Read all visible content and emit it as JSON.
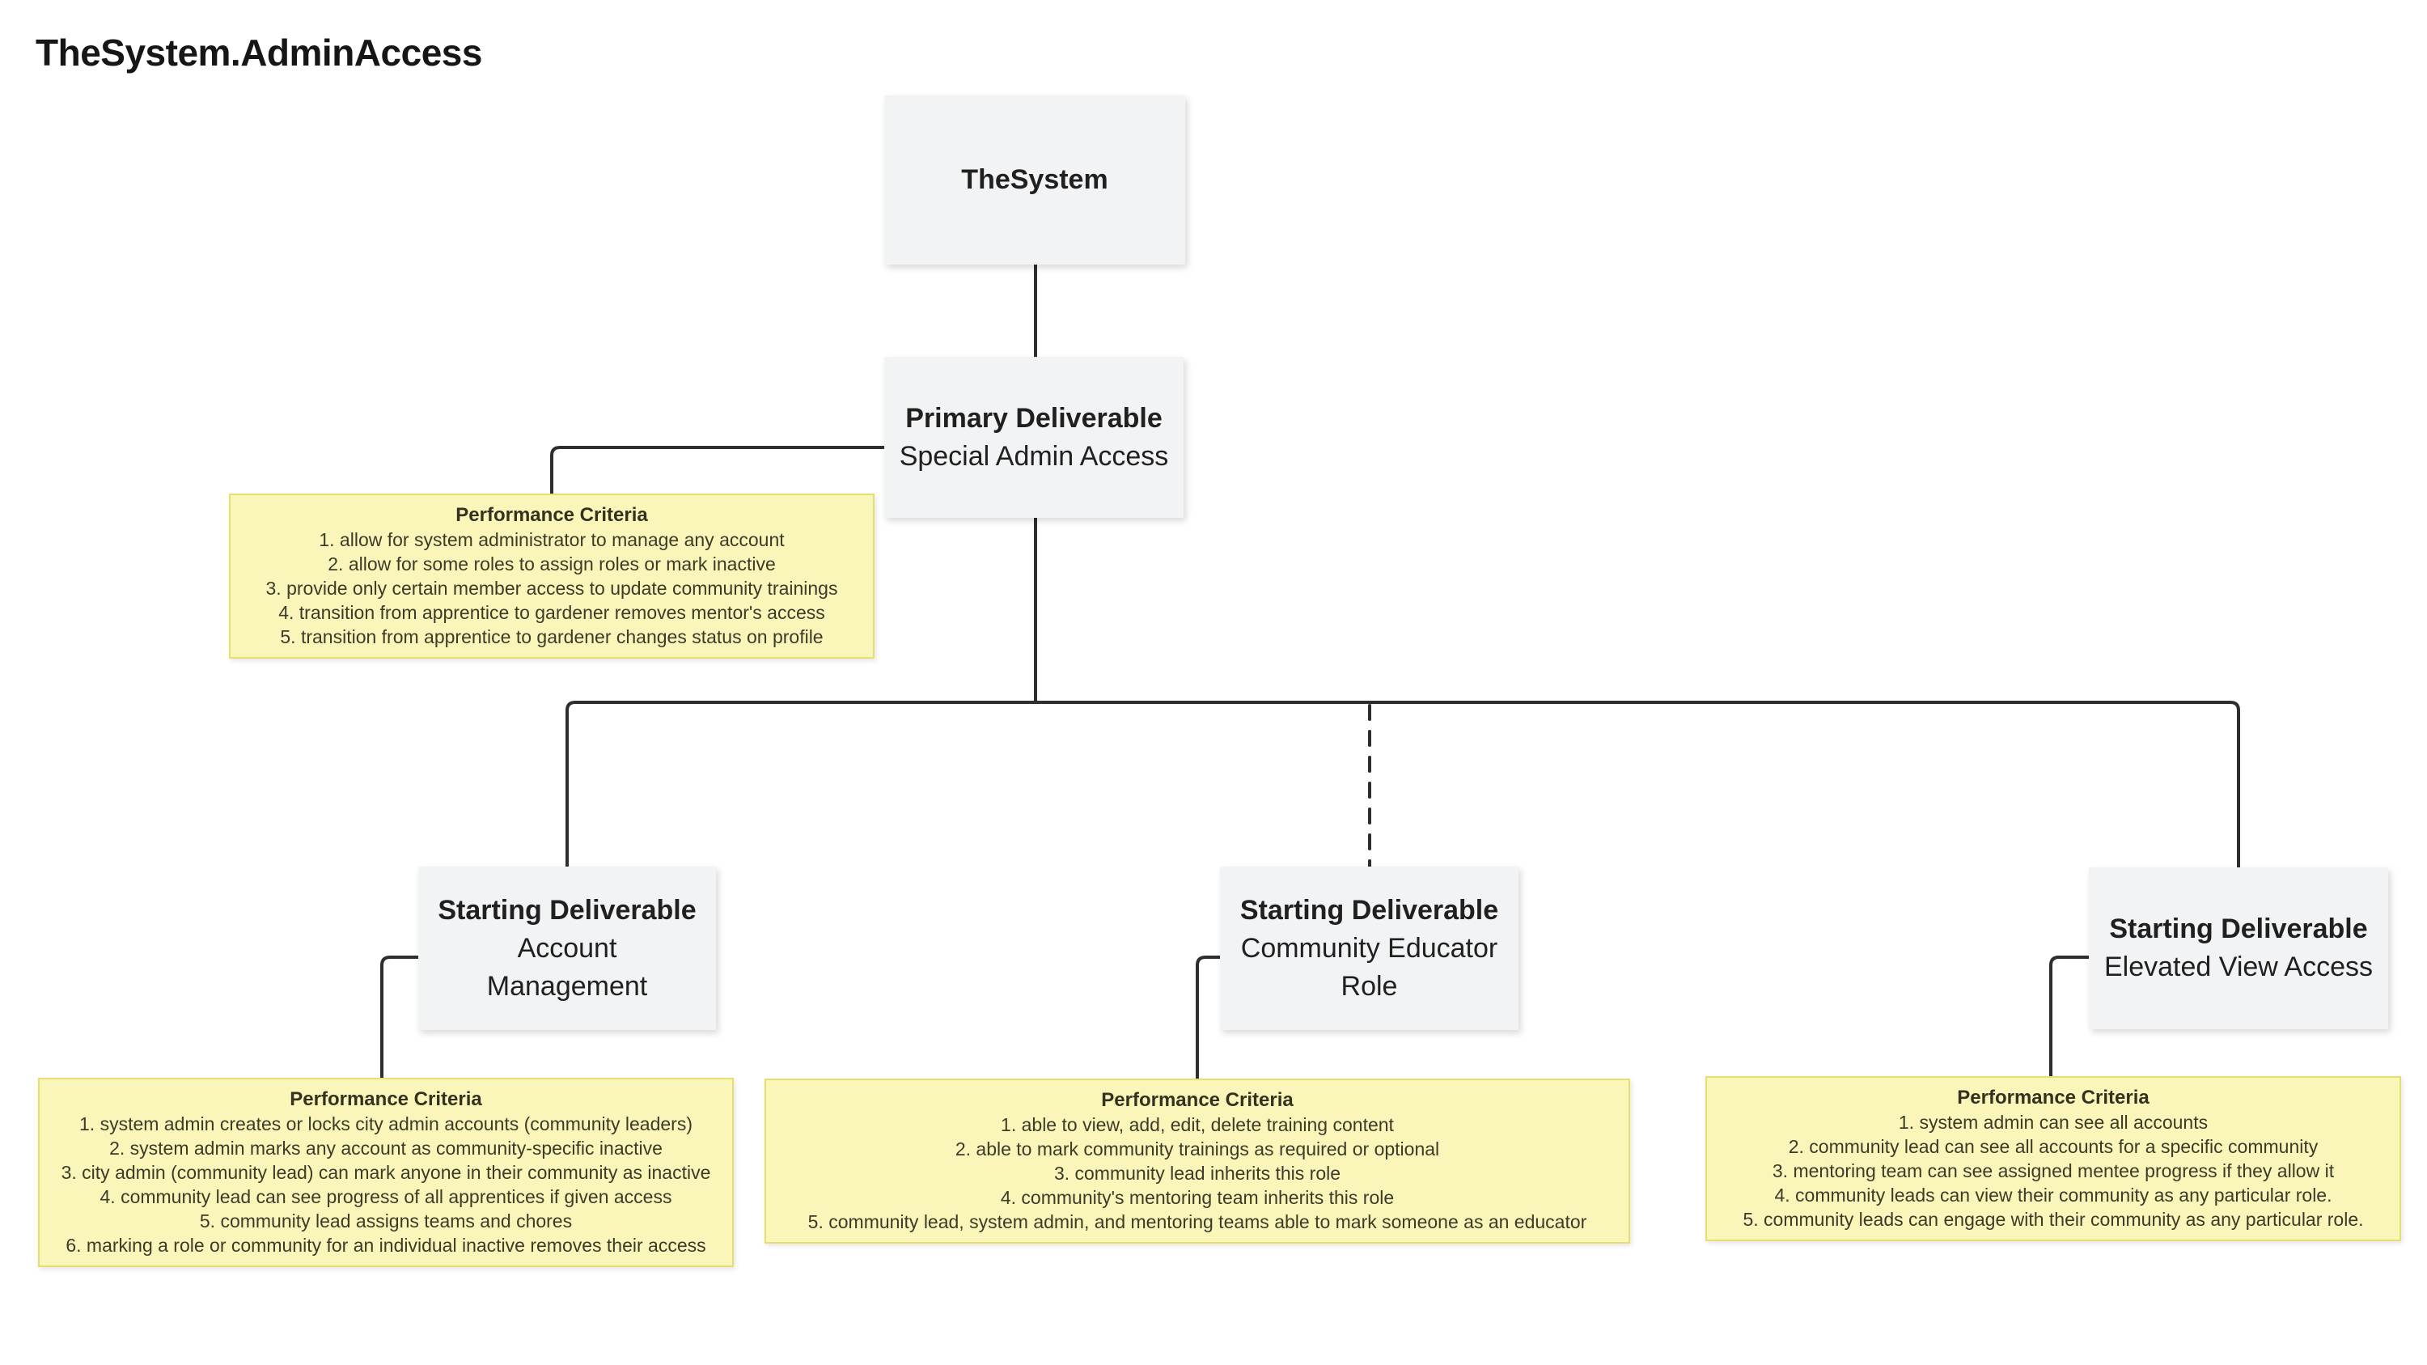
{
  "page": {
    "title": "TheSystem.AdminAccess"
  },
  "colors": {
    "background": "#ffffff",
    "node_fill": "#f2f3f5",
    "note_fill": "#faf6ba",
    "note_border": "#e6df6e",
    "line": "#2e2e2e",
    "box_text": "#202020",
    "note_text": "#3b3b28"
  },
  "nodes": {
    "the_system": {
      "title": "TheSystem"
    },
    "primary": {
      "title": "Primary Deliverable",
      "subtitle_lines": [
        "Special Admin Access"
      ]
    },
    "account": {
      "title": "Starting Deliverable",
      "subtitle_lines": [
        "Account",
        "Management"
      ]
    },
    "educator": {
      "title": "Starting Deliverable",
      "subtitle_lines": [
        "Community Educator",
        "Role"
      ]
    },
    "elevated": {
      "title": "Starting Deliverable",
      "subtitle_lines": [
        "Elevated View Access"
      ]
    }
  },
  "notes": {
    "primary_criteria": {
      "title": "Performance Criteria",
      "items": [
        "1. allow for system administrator to manage any account",
        "2. allow for some roles to assign roles or mark inactive",
        "3. provide only certain member access to update community trainings",
        "4. transition from apprentice to gardener removes mentor's access",
        "5. transition from apprentice to gardener changes status on profile"
      ]
    },
    "account_criteria": {
      "title": "Performance Criteria",
      "items": [
        "1. system admin creates or locks city admin accounts (community leaders)",
        "2. system admin marks any account as community-specific inactive",
        "3. city admin (community lead) can mark anyone in their community as inactive",
        "4. community lead can see progress of all apprentices if given access",
        "5. community lead assigns teams and chores",
        "6. marking a role or community for an individual inactive removes their access"
      ]
    },
    "educator_criteria": {
      "title": "Performance Criteria",
      "items": [
        "1. able to view, add, edit, delete training content",
        "2. able to mark community trainings as required or optional",
        "3. community lead inherits this role",
        "4. community's mentoring team inherits this role",
        "5. community lead, system admin, and mentoring teams able to mark someone as an educator"
      ]
    },
    "elevated_criteria": {
      "title": "Performance Criteria",
      "items": [
        "1. system admin can see all accounts",
        "2. community lead can see all accounts for a specific community",
        "3. mentoring team can see assigned mentee progress if they allow it",
        "4. community leads can view their community as any particular role.",
        "5. community leads can engage with their community as any particular role."
      ]
    }
  },
  "edges": [
    {
      "name": "system-to-primary",
      "from": "the_system",
      "to": "primary",
      "style": "solid"
    },
    {
      "name": "primary-to-criteria-note",
      "from": "primary",
      "to": "primary_criteria",
      "style": "solid"
    },
    {
      "name": "primary-trunk",
      "from": "primary",
      "to": "branch-bus",
      "style": "solid"
    },
    {
      "name": "branch-bus",
      "from": "account",
      "to": "elevated",
      "style": "solid"
    },
    {
      "name": "educator-drop",
      "from": "branch-bus",
      "to": "educator",
      "style": "dashed"
    },
    {
      "name": "account-to-note",
      "from": "account",
      "to": "account_criteria",
      "style": "solid"
    },
    {
      "name": "educator-to-note",
      "from": "educator",
      "to": "educator_criteria",
      "style": "solid"
    },
    {
      "name": "elevated-to-note",
      "from": "elevated",
      "to": "elevated_criteria",
      "style": "solid"
    }
  ]
}
